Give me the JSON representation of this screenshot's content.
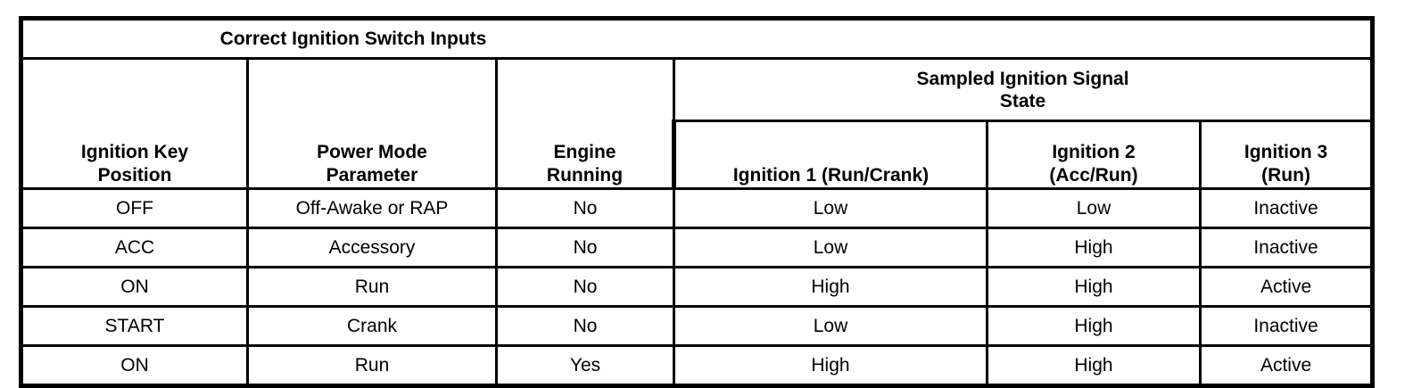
{
  "document": {
    "title": "Correct Ignition Switch Inputs"
  },
  "table": {
    "caption": "Correct Ignition Switch Inputs",
    "group_header": {
      "label_line1": "Sampled Ignition Signal",
      "label_line2": "State"
    },
    "columns": [
      {
        "id": "key_position",
        "line1": "Ignition Key",
        "line2": "Position"
      },
      {
        "id": "power_mode",
        "line1": "Power Mode",
        "line2": "Parameter"
      },
      {
        "id": "engine_running",
        "line1": "Engine",
        "line2": "Running"
      },
      {
        "id": "ignition_1",
        "line1": "Ignition 1 (Run/Crank)",
        "line2": ""
      },
      {
        "id": "ignition_2",
        "line1": "Ignition 2",
        "line2": "(Acc/Run)"
      },
      {
        "id": "ignition_3",
        "line1": "Ignition 3",
        "line2": "(Run)"
      }
    ],
    "rows": [
      {
        "key_position": "OFF",
        "power_mode": "Off-Awake or RAP",
        "engine_running": "No",
        "ignition_1": "Low",
        "ignition_2": "Low",
        "ignition_3": "Inactive"
      },
      {
        "key_position": "ACC",
        "power_mode": "Accessory",
        "engine_running": "No",
        "ignition_1": "Low",
        "ignition_2": "High",
        "ignition_3": "Inactive"
      },
      {
        "key_position": "ON",
        "power_mode": "Run",
        "engine_running": "No",
        "ignition_1": "High",
        "ignition_2": "High",
        "ignition_3": "Active"
      },
      {
        "key_position": "START",
        "power_mode": "Crank",
        "engine_running": "No",
        "ignition_1": "Low",
        "ignition_2": "High",
        "ignition_3": "Inactive"
      },
      {
        "key_position": "ON",
        "power_mode": "Run",
        "engine_running": "Yes",
        "ignition_1": "High",
        "ignition_2": "High",
        "ignition_3": "Active"
      }
    ]
  },
  "style": {
    "border_color": "#000000",
    "text_color": "#000000",
    "background": "#ffffff"
  }
}
